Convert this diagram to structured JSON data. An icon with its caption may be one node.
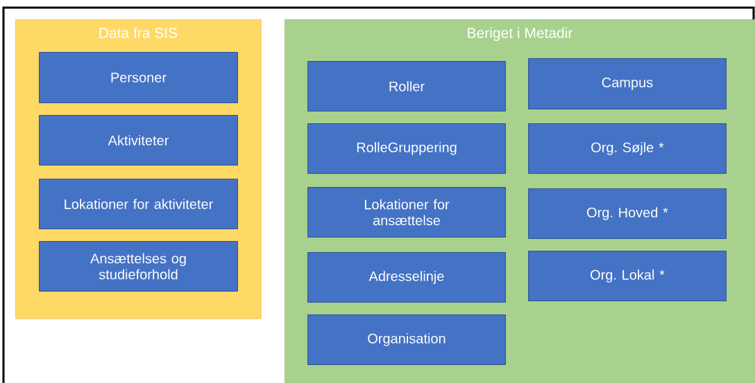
{
  "diagram": {
    "nodes": [
      {
        "text": [
          "Data fra SIS"
        ]
      },
      {
        "text": [
          "Personer"
        ],
        "in": 0
      },
      {
        "text": [
          "Aktiviteter"
        ],
        "in": 0
      },
      {
        "text": [
          "Lokationer for aktiviteter"
        ],
        "in": 0
      },
      {
        "text": [
          "Ansættelses og studieforhold"
        ],
        "in": 0
      },
      {
        "text": [
          "Beriget i Metadir"
        ]
      },
      {
        "text": [
          "Roller"
        ],
        "in": 5
      },
      {
        "text": [
          "Campus"
        ],
        "in": 5
      },
      {
        "text": [
          "RolleGruppering"
        ],
        "in": 5
      },
      {
        "text": [
          "Org. Søjle *"
        ],
        "in": 5
      },
      {
        "text": [
          "Lokationer for ansættelse"
        ],
        "in": 5
      },
      {
        "text": [
          "Org. Hoved *"
        ],
        "in": 5
      },
      {
        "text": [
          "Adresselinje"
        ],
        "in": 5
      },
      {
        "text": [
          "Org. Lokal *"
        ],
        "in": 5
      },
      {
        "text": [
          "Organisation"
        ],
        "in": 5
      }
    ]
  }
}
